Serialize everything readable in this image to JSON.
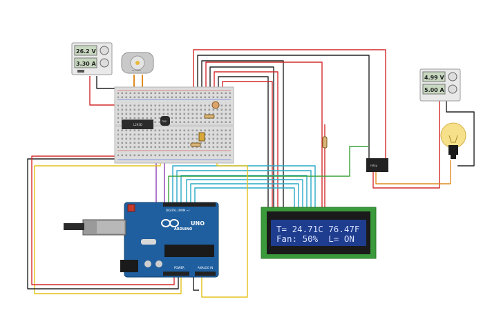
{
  "supply_left": {
    "voltage": "26.2 V",
    "current": "3.30 A"
  },
  "supply_right": {
    "voltage": "4.99 V",
    "current": "5.00 A"
  },
  "motor_label": "dc motor",
  "driver_chip_label": "L293D",
  "sensor_chip_label": "TMP",
  "relay_label": "relay",
  "arduino": {
    "brand": "ARDUINO",
    "model": "UNO",
    "digital_label": "DIGITAL (PWM ~)",
    "power_label": "POWER",
    "analog_label": "ANALOG IN"
  },
  "lcd": {
    "line1": "T= 24.71C 76.47F",
    "line2": "Fan: 50%  L= ON"
  },
  "colors": {
    "board": "#1f5f9f",
    "lcd_bezel": "#3b9a3b",
    "lcd_screen": "#1f3d8f",
    "lcd_text": "#d8e2ff",
    "wire_red": "#d42a2a",
    "wire_black": "#222222",
    "wire_yellow": "#e3c21a",
    "wire_cyan": "#27a9c8",
    "wire_green": "#3aa33a",
    "wire_purple": "#8a3fb0",
    "wire_orange": "#e08a1f"
  }
}
